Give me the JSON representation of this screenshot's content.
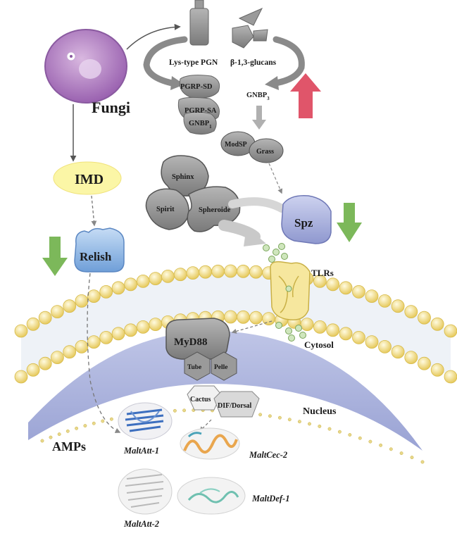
{
  "labels": {
    "fungi": "Fungi",
    "imd": "IMD",
    "relish": "Relish",
    "lys_pgn": "Lys-type PGN",
    "b13_glucans": "β-1,3-glucans",
    "pgrp_sd": "PGRP-SD",
    "pgrp_sa": "PGRP-SA",
    "gnbp1": "GNBP",
    "gnbp1_sub": "1",
    "gnbp3": "GNBP",
    "gnbp3_sub": "3",
    "modsp": "ModSP",
    "grass": "Grass",
    "sphinx": "Sphinx",
    "spirit": "Spirit",
    "spheroide": "Spheroide",
    "spz": "Spz",
    "tlrs": "TLRs",
    "cytosol": "Cytosol",
    "myd88": "MyD88",
    "tube": "Tube",
    "pelle": "Pelle",
    "cactus": "Cactus",
    "dif_dorsal": "DIF/Dorsal",
    "nucleus": "Nucleus",
    "amps": "AMPs",
    "maltatt1": "MaltAtt-1",
    "maltatt2": "MaltAtt-2",
    "maltcec2": "MaltCec-2",
    "maltdef1": "MaltDef-1"
  },
  "colors": {
    "up_arrow": "#e0556a",
    "down_arrow": "#7cb85a",
    "membrane_bead": "#f3df8a",
    "nucleus": "#9da6d4",
    "imd_fill": "#fbf6a6",
    "relish_fill": "#8fb6e6",
    "fungi_fill": "#b486c4",
    "spz_fill": "#aab2de",
    "protein_gray": "#8d8d8d"
  },
  "trends": {
    "glucans_pathway": "up",
    "spz": "down",
    "relish": "down"
  }
}
